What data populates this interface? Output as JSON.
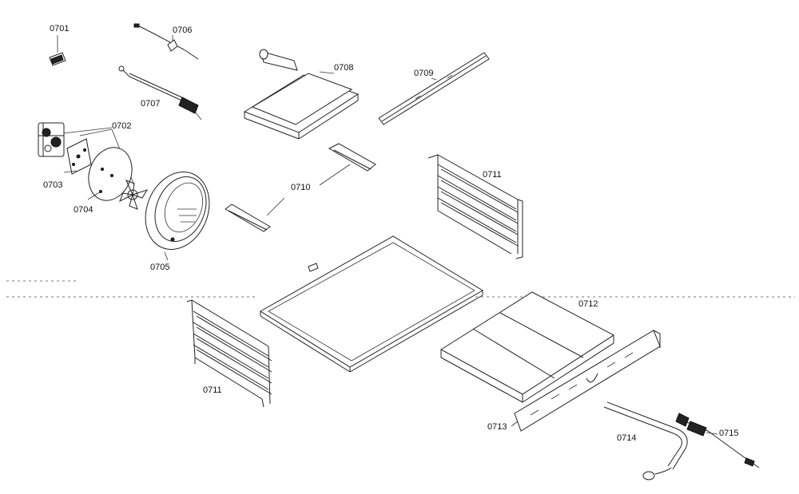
{
  "parts": {
    "p0701": "0701",
    "p0702": "0702",
    "p0703": "0703",
    "p0704": "0704",
    "p0705": "0705",
    "p0706": "0706",
    "p0707": "0707",
    "p0708": "0708",
    "p0709": "0709",
    "p0710": "0710",
    "p0711_top": "0711",
    "p0711_bottom": "0711",
    "p0712": "0712",
    "p0713": "0713",
    "p0714": "0714",
    "p0715": "0715"
  }
}
